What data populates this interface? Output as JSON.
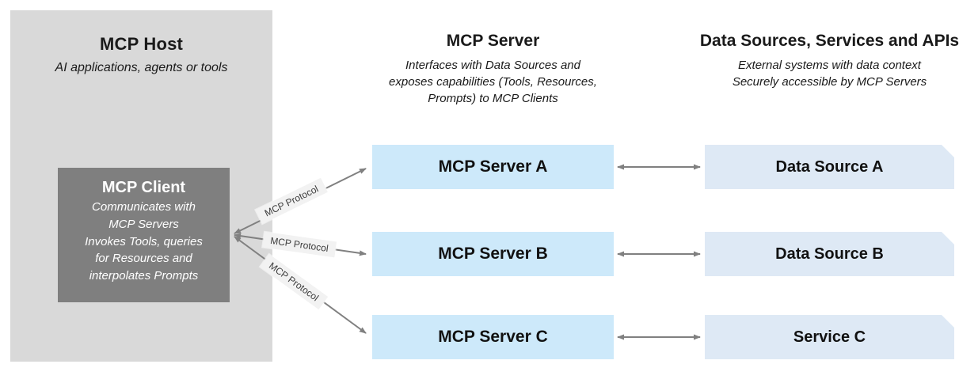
{
  "host": {
    "title": "MCP Host",
    "subtitle": "AI applications, agents or tools"
  },
  "client": {
    "title": "MCP Client",
    "lines": [
      "Communicates with",
      "MCP Servers",
      "Invokes Tools, queries",
      "for Resources and",
      "interpolates Prompts"
    ]
  },
  "server_column": {
    "title": "MCP Server",
    "description_lines": [
      "Interfaces with Data Sources and",
      "exposes capabilities (Tools, Resources,",
      "Prompts) to MCP Clients"
    ]
  },
  "sources_column": {
    "title": "Data Sources, Services and APIs",
    "description_lines": [
      "External systems with data context",
      "Securely accessible by MCP Servers"
    ]
  },
  "servers": [
    {
      "label": "MCP Server A"
    },
    {
      "label": "MCP Server B"
    },
    {
      "label": "MCP Server C"
    }
  ],
  "sources": [
    {
      "label": "Data Source A"
    },
    {
      "label": "Data Source B"
    },
    {
      "label": "Service C"
    }
  ],
  "protocol_labels": [
    "MCP Protocol",
    "MCP Protocol",
    "MCP Protocol"
  ],
  "colors": {
    "host_panel": "#d9d9d9",
    "client_box": "#7f7f7f",
    "server_box": "#cde9fa",
    "source_box": "#dee9f5",
    "arrow": "#808080",
    "label_background": "#f2f2f2"
  }
}
